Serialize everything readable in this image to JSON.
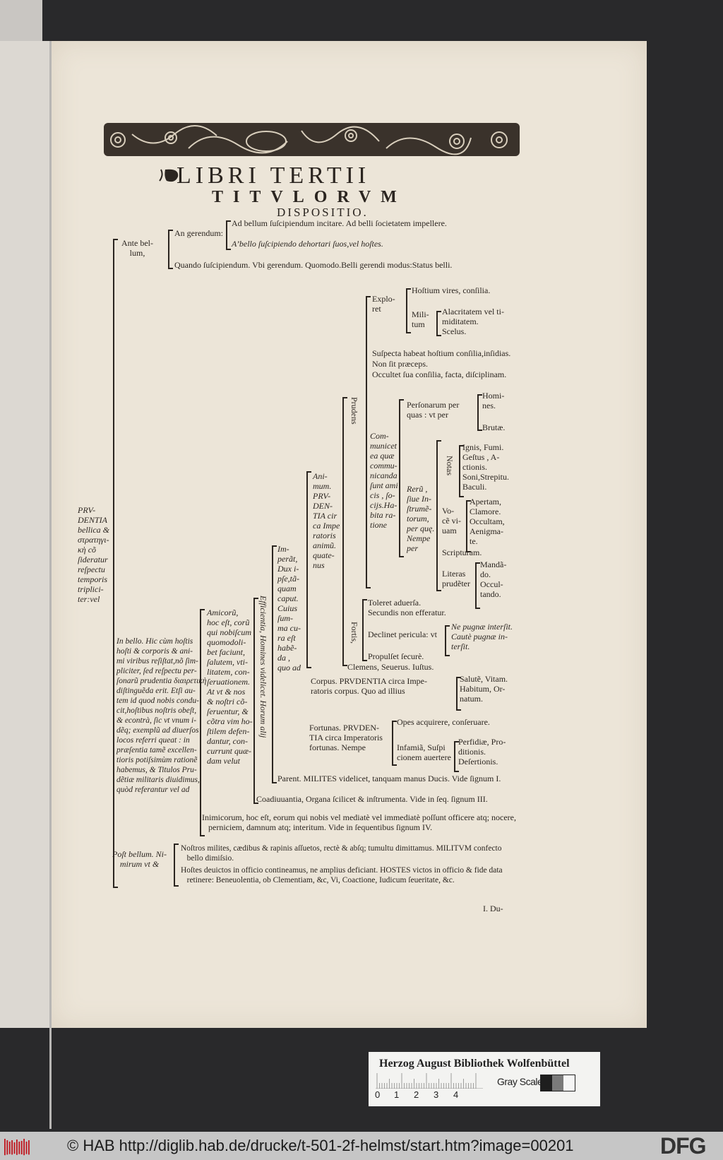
{
  "heading": {
    "line1": "LIBRI TERTII",
    "line2": "TITVLORVM",
    "line3": "DISPOSITIO."
  },
  "tree": [
    {
      "text": "Ad bellum ſuſcipiendum incitare. Ad belli ſocietatem impellere."
    },
    {
      "text": "A’bello ſuſcipiendo dehortari ſuos,vel hoſtes."
    },
    {
      "text": "An gerendum:"
    },
    {
      "text": "Ante bel-\nlum,"
    },
    {
      "text": "Quando ſuſcipiendum.  Vbi gerendum.  Quomodo.Belli gerendi modus:Status belli."
    },
    {
      "text": "Explo-\nret"
    },
    {
      "text": "Hoſtium vires, conſilia."
    },
    {
      "text": "Mili-\ntum"
    },
    {
      "text": "Alacritatem vel ti-\nmiditatem."
    },
    {
      "text": "Scelus."
    },
    {
      "text": "Suſpecta habeat hoſtium conſilia,inſidias.\nNon ſit præceps.\nOccultet ſua conſilia, facta, diſciplinam."
    },
    {
      "text": "Prudens"
    },
    {
      "text": "Perſonarum  per\nquas : vt per"
    },
    {
      "text": "Homi-\nnes."
    },
    {
      "text": "Brutæ."
    },
    {
      "text": "Com-\nmunicet\nea quæ\ncommu-\nnicanda\nſunt ami\ncis , ſo-\ncijs.Ha-\nbita ra-\ntione"
    },
    {
      "text": "Notas"
    },
    {
      "text": "Ignis, Fumi.\nGeſtus , A-\nctionis.\nSoni,Strepitu.\nBaculi."
    },
    {
      "text": "Rerũ ,\nſiue In-\nſtrumẽ-\ntorum,\nper quę.\nNempe\nper"
    },
    {
      "text": "Vo-\ncẽ vi-\nuam"
    },
    {
      "text": "Apertam,\nClamore.\nOccultam,\nAenigma-\nte."
    },
    {
      "text": "Scripturam."
    },
    {
      "text": "Literas\nprudẽter"
    },
    {
      "text": "Mandã-\ndo.\nOccul-\ntando."
    },
    {
      "text": "Ani-\nmum.\nPRV-\nDEN-\nTIA cir\nca Impe\nratoris\nanimũ.\nquate-\nnus"
    },
    {
      "text": "Im-\nperãt,\nDux i-\npſe,tã-\nquam\ncaput.\nCuius\nſum-\nma cu-\nra eſt\nhabẽ-\nda ,\nquo ad"
    },
    {
      "text": "Efficientia, Homines videlicet. Horum alij"
    },
    {
      "text": "Amicorũ,\nhoc eſt, corũ\nqui nobiſcum\nquomodoli-\nbet faciunt,\nſalutem, vti-\nlitatem, con-\nſeruationem.\nAt vt & nos\n& noſtri cõ-\nſeruentur, &\ncõtra vim ho-\nſtilem defen-\ndantur, con-\ncurrunt quæ-\ndam velut"
    },
    {
      "text": "PRV-\nDENTIA\nbellica &\nστρατηγι-\nκὴ cõ\nſideratur\nreſpectu\ntemporis\ntriplici-\nter:vel"
    },
    {
      "text": "In bello. Hic cùm hoſtis\nhoſti & corporis & ani-\nmi viribus reſiſtat,nõ ſim-\npliciter, ſed reſpectu per-\nſonarũ prudentia διαιρετικὴ\ndiſtinguẽda erit. Etſi au-\ntem id quod nobis condu-\ncit,hoſtibus noſtris obeſt,\n& econtrà, ſic vt vnum i-\ndẽq; exemplũ ad diuerſos\nlocos referri queat : in\npræſentia tamẽ excellen-\ntioris potiſsimùm rationẽ\nhabemus, & Titulos Pru-\ndẽtiæ militaris diuidimus,\nquòd referantur vel ad"
    },
    {
      "text": "Fortis,"
    },
    {
      "text": "Toleret aduerſa.\nSecundis non efferatur."
    },
    {
      "text": "Declinet pericula: vt"
    },
    {
      "text": "Ne pugnæ interſit.\nCautè pugnæ in-\nterſit."
    },
    {
      "text": "Propulſet ſecurè."
    },
    {
      "text": "Clemens, Seuerus.  Iuſtus."
    },
    {
      "text": "Corpus.  PRVDENTIA circa Impe-\nratoris corpus. Quo ad illius"
    },
    {
      "text": "Salutẽ, Vitam.\nHabitum, Or-\nnatum."
    },
    {
      "text": "Fortunas. PRVDEN-\nTIA circa Imperatoris\nfortunas.  Nempe"
    },
    {
      "text": "Opes acquirere, conſeruare."
    },
    {
      "text": "Infamiã, Suſpi\ncionem auertere"
    },
    {
      "text": "Perfidiæ, Pro-\nditionis.\nDeſertionis."
    },
    {
      "text": "Parent. MILITES videlicet, tanquam manus Ducis. Vide ſignum I."
    },
    {
      "text": "Coadiuuantia, Organa ſcilicet & inſtrumenta. Vide in ſeq. ſignum III."
    },
    {
      "text": "Inimicorum, hoc eſt, eorum qui nobis vel mediatè vel immediatè poſſunt officere atq; nocere,\n   perniciem, damnum atq; interitum. Vide in ſequentibus ſignum IV."
    },
    {
      "text": "Poſt bellum. Ni-\nmirum vt &"
    },
    {
      "text": "Noſtros milites, cædibus & rapinis aſſuetos, rectè & abſq; tumultu dimittamus. MILITVM confecto\n   bello dimiſsio."
    },
    {
      "text": "Hoſtes deuictos in officio contineamus, ne amplius deficiant. HOSTES victos in officio & fide data\n   retinere: Beneuolentia, ob Clementiam, &c, Vi, Coactione, Iudicum ſeueritate, &c."
    },
    {
      "text": "I. Du-"
    }
  ],
  "label": {
    "title": "Herzog August Bibliothek Wolfenbüttel",
    "ruler_numbers": [
      "0",
      "1",
      "2",
      "3",
      "4"
    ],
    "gray_scale": "Gray Scale",
    "swatch_colors": [
      "#1e1e1e",
      "#7a7a7a",
      "#f5f5f5"
    ]
  },
  "footer": {
    "copyright_url": "© HAB http://diglib.hab.de/drucke/t-501-2f-helmst/start.htm?image=00201",
    "dfg": "DFG",
    "logo_icon": "hab-red-stripes-logo"
  },
  "colors": {
    "paper": "#ece5d8",
    "ink": "#2b2520",
    "background": "#29292b",
    "footer": "#c6c6c6",
    "logo": "#c0141c"
  }
}
